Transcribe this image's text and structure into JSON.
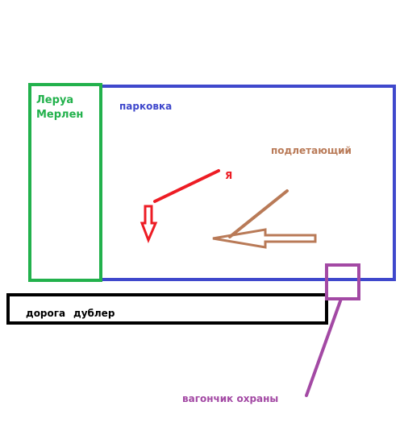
{
  "labels": {
    "store": "Леруа\nМерлен",
    "parking": "парковка",
    "me": "Я",
    "approaching": "подлетающий",
    "road": "дорога",
    "backup": "дублер",
    "guard_booth": "вагончик охраны"
  },
  "colors": {
    "store": "#22b14c",
    "parking": "#3f48cc",
    "me": "#ed1c24",
    "approaching": "#b97a57",
    "road": "#000000",
    "guard_booth": "#a349a4",
    "background": "#ffffff"
  }
}
